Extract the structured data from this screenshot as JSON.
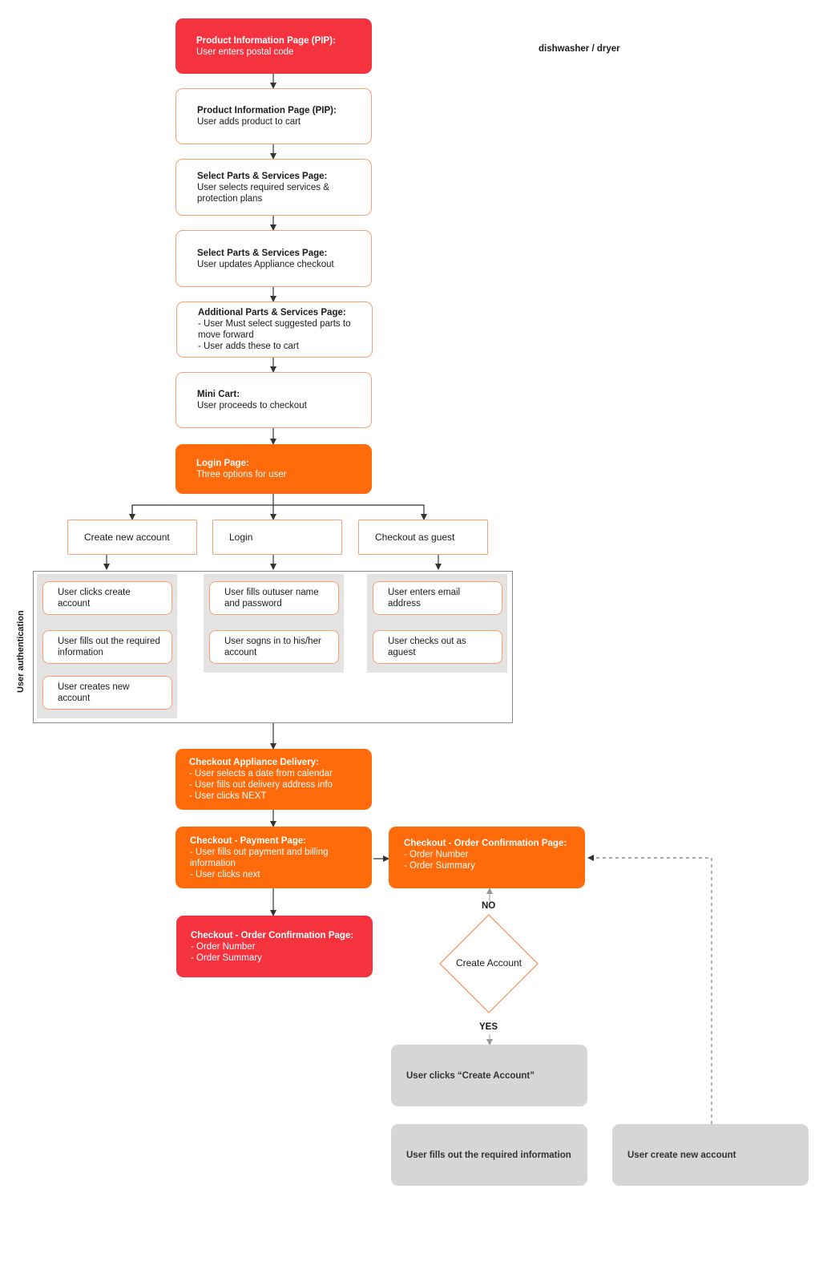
{
  "corner_label": "dishwasher / dryer",
  "side_label": "User authentication",
  "steps": [
    {
      "title": "Product Information Page (PIP):",
      "body": "User enters postal code"
    },
    {
      "title": "Product Information Page (PIP):",
      "body": "User adds product to cart"
    },
    {
      "title": "Select Parts & Services Page:",
      "body": "User selects required services & protection plans"
    },
    {
      "title": "Select Parts & Services Page:",
      "body": "User updates Appliance checkout"
    },
    {
      "title": "Additional Parts & Services Page:",
      "body": "- User Must select suggested parts to move forward\n- User adds these to cart"
    },
    {
      "title": "Mini Cart:",
      "body": "User proceeds to checkout"
    },
    {
      "title": "Login Page:",
      "body": "Three options for user"
    }
  ],
  "options": [
    "Create new account",
    "Login",
    "Checkout as guest"
  ],
  "auth": {
    "create": [
      "User clicks create account",
      "User fills out the required information",
      "User creates new account"
    ],
    "login": [
      "User fills outuser name and password",
      "User sogns in to his/her account"
    ],
    "guest": [
      "User enters email address",
      "User checks out as aguest"
    ]
  },
  "delivery": {
    "title": "Checkout Appliance Delivery:",
    "body": "- User selects a date from calendar\n- User fills  out delivery address info\n- User clicks NEXT"
  },
  "payment": {
    "title": "Checkout - Payment Page:",
    "body": "- User fills out payment and billing information\n- User clicks next"
  },
  "confirm_left": {
    "title": "Checkout - Order Confirmation Page:",
    "body": "- Order Number\n- Order Summary"
  },
  "confirm_right": {
    "title": "Checkout - Order Confirmation Page:",
    "body": "- Order Number\n- Order Summary"
  },
  "decision": {
    "label": "Create Account",
    "no": "NO",
    "yes": "YES"
  },
  "grey_steps": [
    "User clicks “Create Account”",
    "User fills out the required information",
    "User create new account"
  ]
}
